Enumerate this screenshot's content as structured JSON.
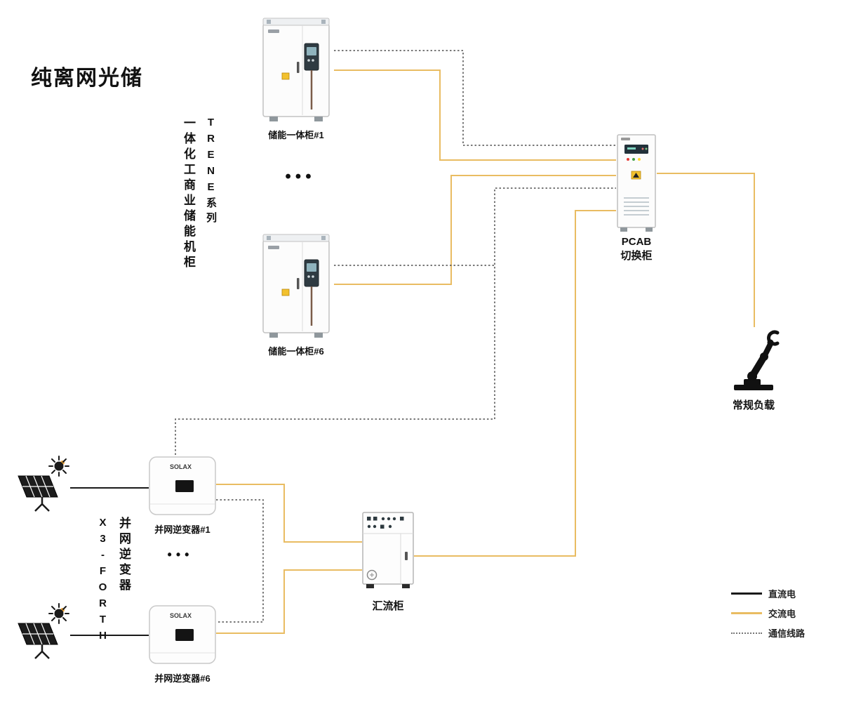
{
  "title": "纯离网光储",
  "storage_group": {
    "name": "一体化工商业储能机柜",
    "series": "TRENE系列"
  },
  "inverter_group": {
    "name": "并网逆变器",
    "series": "X3-FORTH"
  },
  "devices": {
    "storage_cabinet_1": "储能一体柜#1",
    "storage_cabinet_6": "储能一体柜#6",
    "pcab_name": "PCAB",
    "pcab_type": "切换柜",
    "load": "常规负载",
    "grid_inverter_1": "并网逆变器#1",
    "grid_inverter_6": "并网逆变器#6",
    "combiner": "汇流柜",
    "inverter_brand": "SOLAX"
  },
  "ellipsis": "•••",
  "legend": {
    "dc": {
      "label": "直流电",
      "color": "#1a1a1a"
    },
    "ac": {
      "label": "交流电",
      "color": "#E9BC62"
    },
    "comm": {
      "label": "通信线路",
      "color": "#777777"
    }
  }
}
